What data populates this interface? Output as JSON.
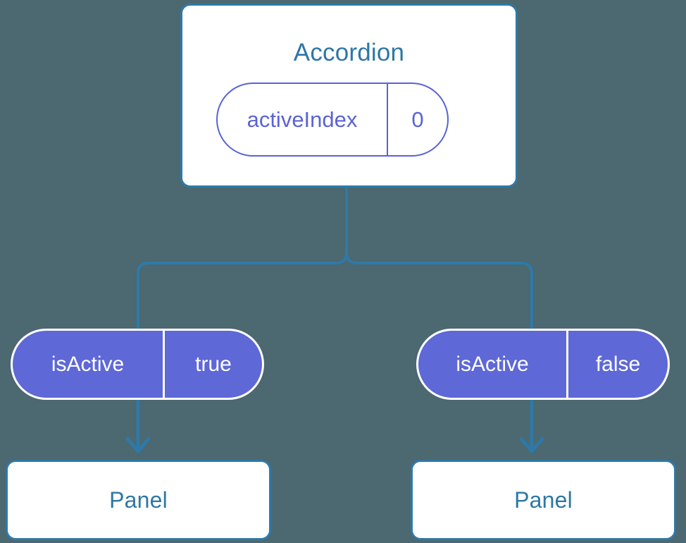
{
  "diagram": {
    "title_node": {
      "label": "Accordion",
      "state_badge": {
        "key": "activeIndex",
        "value": "0"
      }
    },
    "branches": [
      {
        "side": "left",
        "prop_badge": {
          "key": "isActive",
          "value": "true"
        },
        "child_node": {
          "label": "Panel"
        }
      },
      {
        "side": "right",
        "prop_badge": {
          "key": "isActive",
          "value": "false"
        },
        "child_node": {
          "label": "Panel"
        }
      }
    ],
    "colors": {
      "background": "#4c6870",
      "card_border": "#2f79a8",
      "card_text": "#2e77a5",
      "accent_purple": "#5e68d6",
      "pill_outline": "#5b63d6",
      "connector": "#2f79a8",
      "card_fill": "#ffffff"
    }
  }
}
